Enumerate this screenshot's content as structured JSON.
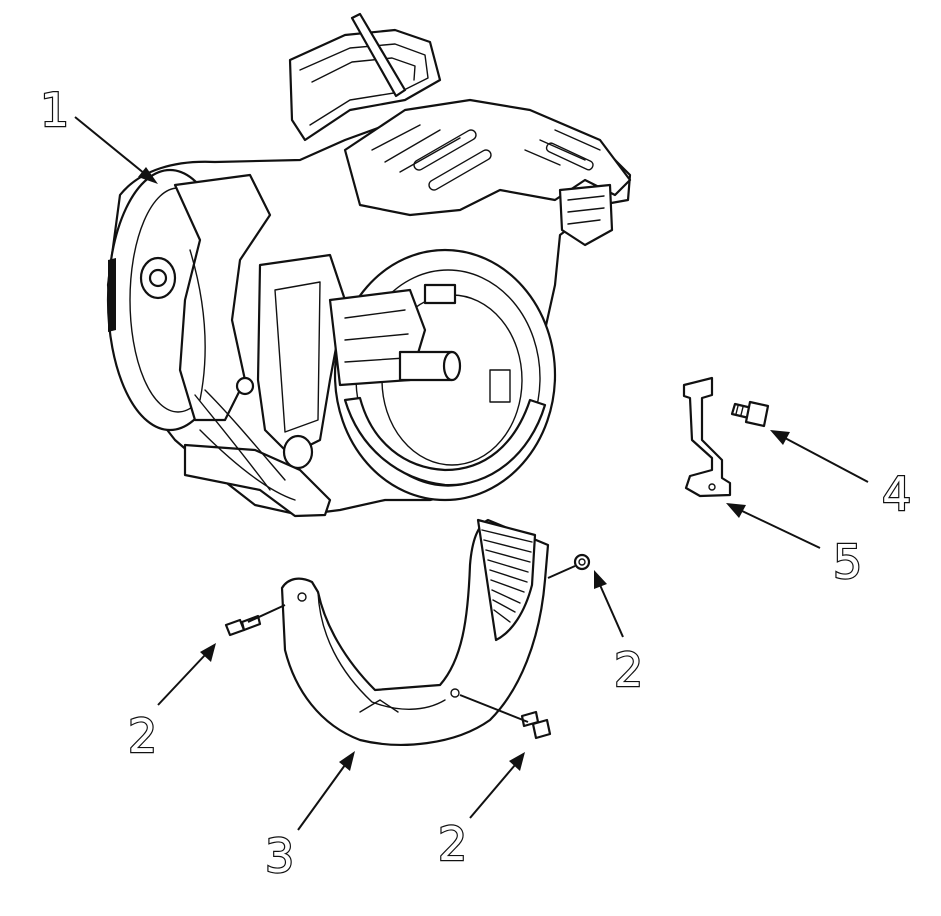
{
  "diagram": {
    "callouts": [
      {
        "id": "engine",
        "label": "1"
      },
      {
        "id": "screw-left",
        "label": "2"
      },
      {
        "id": "screw-right-top",
        "label": "2"
      },
      {
        "id": "screw-bottom",
        "label": "2"
      },
      {
        "id": "shroud",
        "label": "3"
      },
      {
        "id": "bolt",
        "label": "4"
      },
      {
        "id": "bracket",
        "label": "5"
      }
    ],
    "colors": {
      "ink": "#111111",
      "paper": "#ffffff"
    }
  }
}
